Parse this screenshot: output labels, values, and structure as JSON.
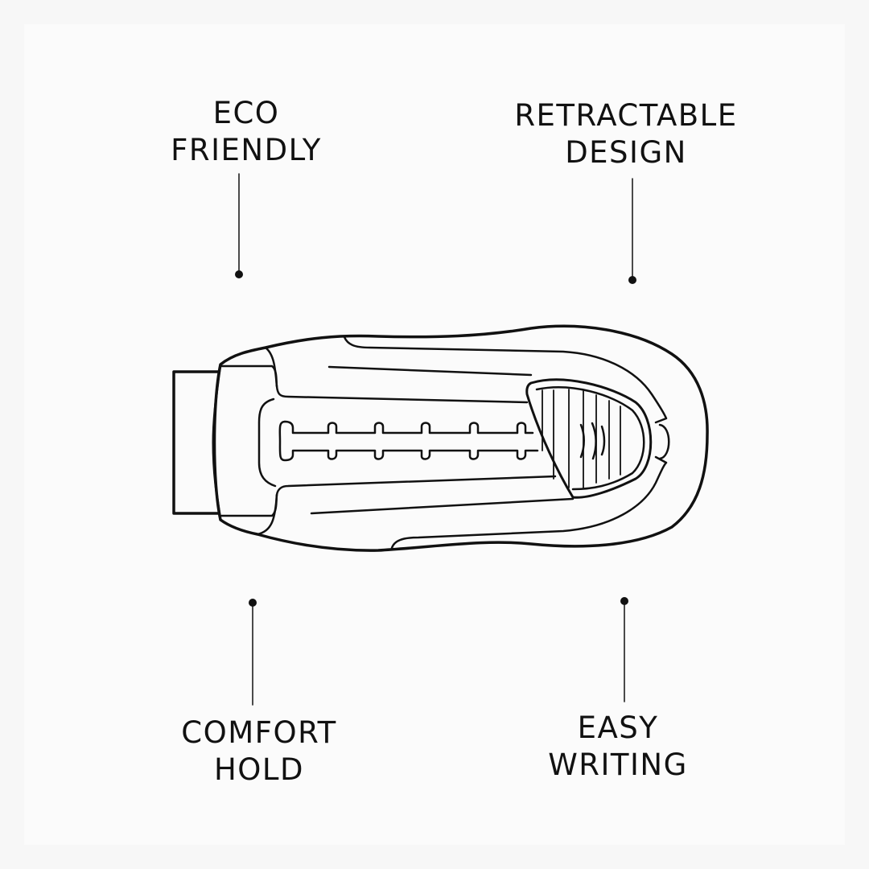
{
  "features": {
    "eco": {
      "line1": "ECO",
      "line2": "FRIENDLY"
    },
    "retractable": {
      "line1": "RETRACTABLE",
      "line2": "DESIGN"
    },
    "comfort": {
      "line1": "COMFORT",
      "line2": "HOLD"
    },
    "easy": {
      "line1": "EASY",
      "line2": "WRITING"
    }
  },
  "colors": {
    "ink": "#111111",
    "background": "#f7f7f7"
  }
}
